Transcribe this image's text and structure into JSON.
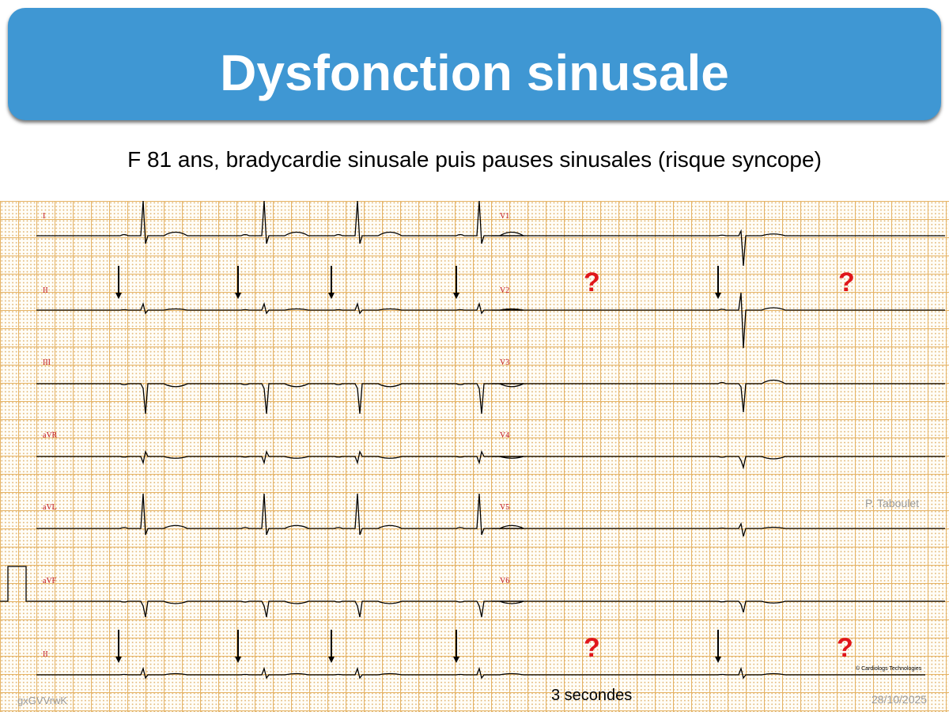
{
  "title": "Dysfonction sinusale",
  "subtitle": "F 81 ans, bradycardie sinusale puis pauses sinusales (risque syncope)",
  "leads_left": [
    "I",
    "II",
    "III",
    "aVR",
    "aVL",
    "aVF",
    "II"
  ],
  "leads_right": [
    "V1",
    "V2",
    "V3",
    "V4",
    "V5",
    "V6"
  ],
  "question_mark": "?",
  "author": "P. Taboulet",
  "copyright": "© Cardiologs Technologies",
  "scale_label": "3 secondes",
  "code": "gxGVVrwK",
  "date": "28/10/2025"
}
